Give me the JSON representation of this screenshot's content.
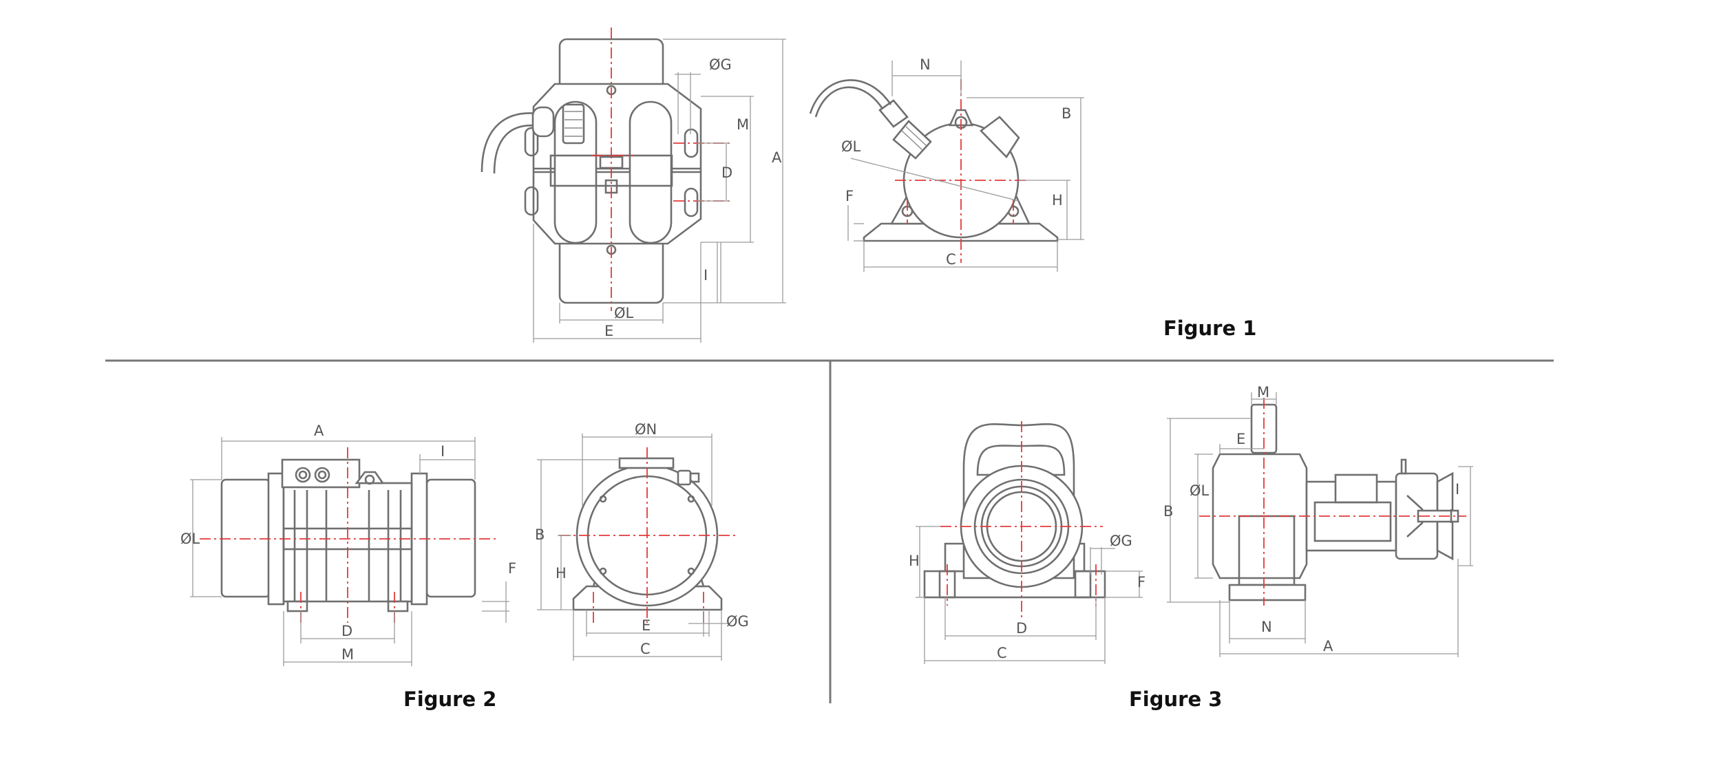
{
  "figures": [
    {
      "caption": "Figure 1"
    },
    {
      "caption": "Figure 2"
    },
    {
      "caption": "Figure 3"
    }
  ],
  "figure1": {
    "front": {
      "dims": {
        "g": "ØG",
        "m": "M",
        "d": "D",
        "a": "A",
        "i": "I",
        "l": "ØL",
        "e": "E"
      }
    },
    "side": {
      "dims": {
        "n": "N",
        "b": "B",
        "l": "ØL",
        "f": "F",
        "h": "H",
        "c": "C"
      }
    }
  },
  "figure2": {
    "side": {
      "dims": {
        "a": "A",
        "i": "I",
        "l": "ØL",
        "f": "F",
        "d": "D",
        "m": "M"
      }
    },
    "end": {
      "dims": {
        "n": "ØN",
        "b": "B",
        "h": "H",
        "e": "E",
        "g": "ØG",
        "c": "C"
      }
    }
  },
  "figure3": {
    "front": {
      "dims": {
        "h": "H",
        "g": "ØG",
        "f": "F",
        "d": "D",
        "c": "C"
      }
    },
    "side": {
      "dims": {
        "m": "M",
        "e": "E",
        "l": "ØL",
        "b": "B",
        "i": "I",
        "n": "N",
        "a": "A"
      }
    }
  },
  "colors": {
    "outline": "#6f6f6f",
    "centerline": "#e23a3a",
    "separator": "#777777",
    "caption": "#111111"
  }
}
